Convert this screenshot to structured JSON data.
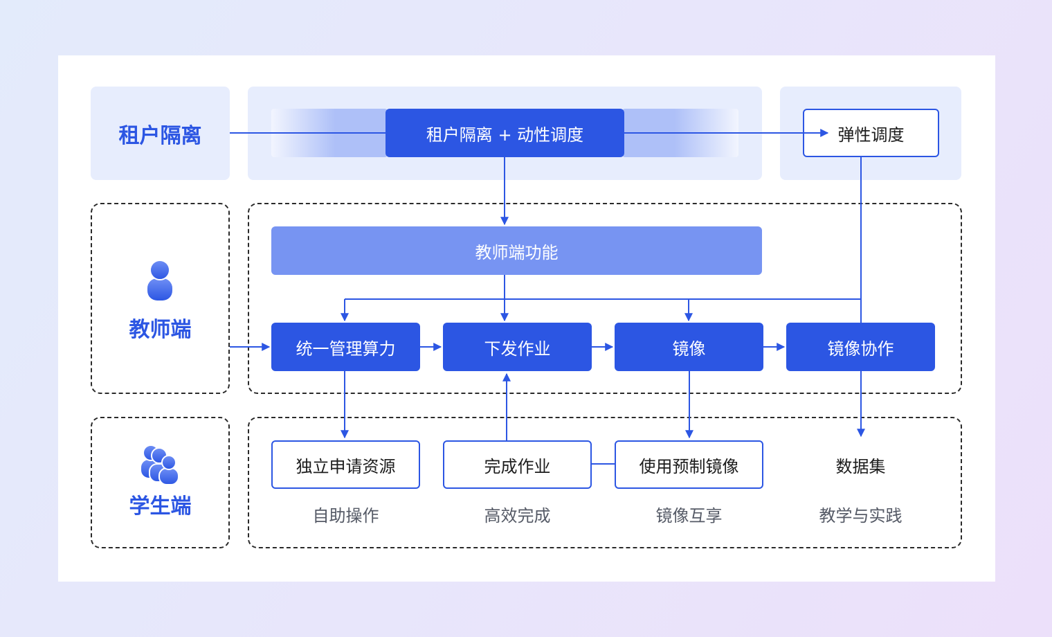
{
  "colors": {
    "accent": "#2c56e3",
    "accent_light": "#7794f2",
    "panel_bg": "#e7edfd"
  },
  "lanes": {
    "tenant": {
      "title": "租户隔离"
    },
    "teacher": {
      "title": "教师端",
      "icon": "user-icon"
    },
    "student": {
      "title": "学生端",
      "icon": "user-group-icon"
    }
  },
  "tenant_row": {
    "main": "租户隔离 + 动性调度",
    "elastic": "弹性调度"
  },
  "teacher_row": {
    "feature_bar": "教师端功能",
    "nodes": [
      "统一管理算力",
      "下发作业",
      "镜像",
      "镜像协作"
    ]
  },
  "student_row": {
    "nodes": [
      "独立申请资源",
      "完成作业",
      "使用预制镜像",
      "数据集"
    ],
    "captions": [
      "自助操作",
      "高效完成",
      "镜像互享",
      "教学与实践"
    ]
  }
}
